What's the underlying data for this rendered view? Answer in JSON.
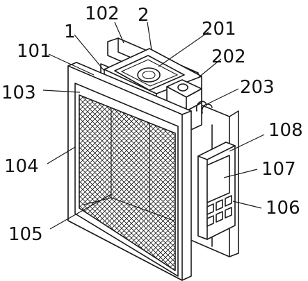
{
  "labels": {
    "l1": "1",
    "l2": "2",
    "l101": "101",
    "l102": "102",
    "l103": "103",
    "l104": "104",
    "l105": "105",
    "l106": "106",
    "l107": "107",
    "l108": "108",
    "l201": "201",
    "l202": "202",
    "l203": "203"
  },
  "colors": {
    "stroke": "#1a1a1a",
    "background": "#ffffff"
  }
}
